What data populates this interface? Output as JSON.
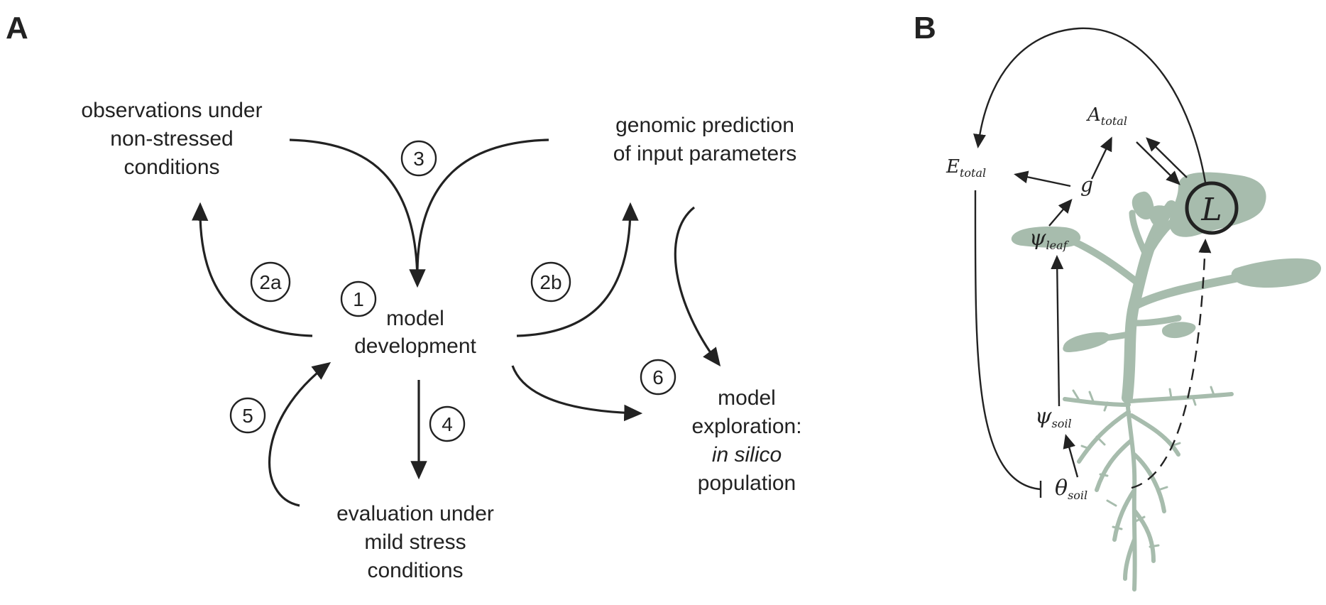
{
  "panels": {
    "a": "A",
    "b": "B"
  },
  "panel_a": {
    "observations": [
      "observations under",
      "non-stressed",
      "conditions"
    ],
    "genomic": [
      "genomic prediction",
      "of input parameters"
    ],
    "model_development": [
      "model",
      "development"
    ],
    "evaluation": [
      "evaluation under",
      "mild stress",
      "conditions"
    ],
    "exploration": [
      "model",
      "exploration:",
      "in silico",
      "population"
    ],
    "steps": {
      "s1": "1",
      "s2a": "2a",
      "s2b": "2b",
      "s3": "3",
      "s4": "4",
      "s5": "5",
      "s6": "6"
    }
  },
  "panel_b": {
    "E_total": {
      "base": "E",
      "sub": "total"
    },
    "A_total": {
      "base": "A",
      "sub": "total"
    },
    "g": "g",
    "L": "L",
    "psi_leaf": {
      "base": "ψ",
      "sub": "leaf"
    },
    "psi_soil": {
      "base": "ψ",
      "sub": "soil"
    },
    "theta_soil": {
      "base": "θ",
      "sub": "soil"
    }
  },
  "colors": {
    "ink": "#222222",
    "plant": "#a7bcad"
  }
}
